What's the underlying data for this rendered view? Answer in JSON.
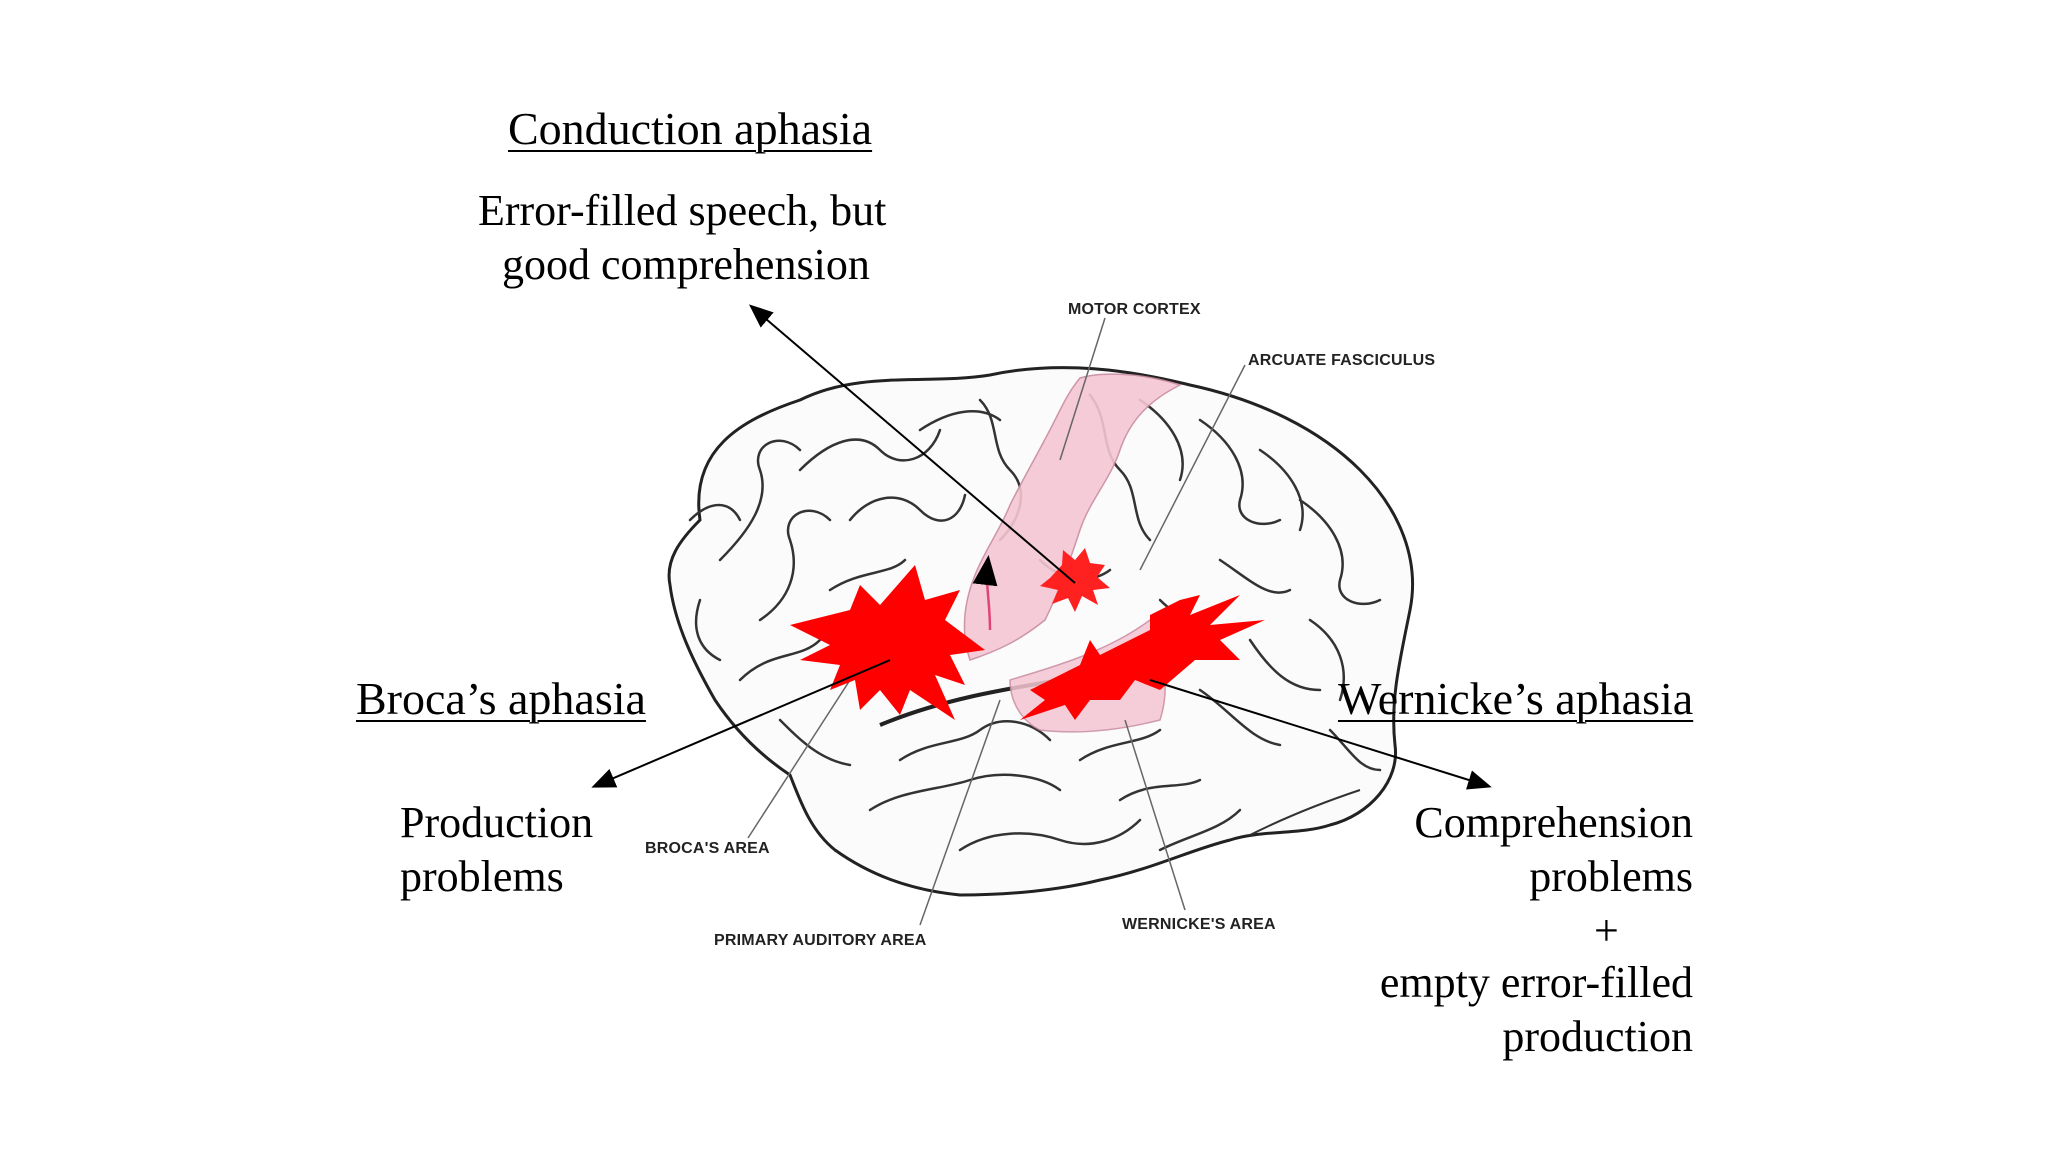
{
  "conduction": {
    "title": "Conduction aphasia",
    "desc_line1": "Error-filled speech, but",
    "desc_line2": "good comprehension"
  },
  "broca": {
    "title": "Broca’s aphasia",
    "desc_line1": "Production",
    "desc_line2": "problems"
  },
  "wernicke": {
    "title": "Wernicke’s aphasia",
    "desc_line1": "Comprehension",
    "desc_line2": "problems",
    "desc_line3": "+",
    "desc_line4": "empty error-filled",
    "desc_line5": "production"
  },
  "anatomy_labels": {
    "motor_cortex": "MOTOR CORTEX",
    "arcuate_fasciculus": "ARCUATE FASCICULUS",
    "brocas_area": "BROCA'S AREA",
    "primary_auditory_area": "PRIMARY AUDITORY AREA",
    "wernickes_area": "WERNICKE'S AREA"
  },
  "colors": {
    "lesion": "#ff0000",
    "cortex_highlight": "#f4c6d2",
    "outline": "#222222"
  }
}
